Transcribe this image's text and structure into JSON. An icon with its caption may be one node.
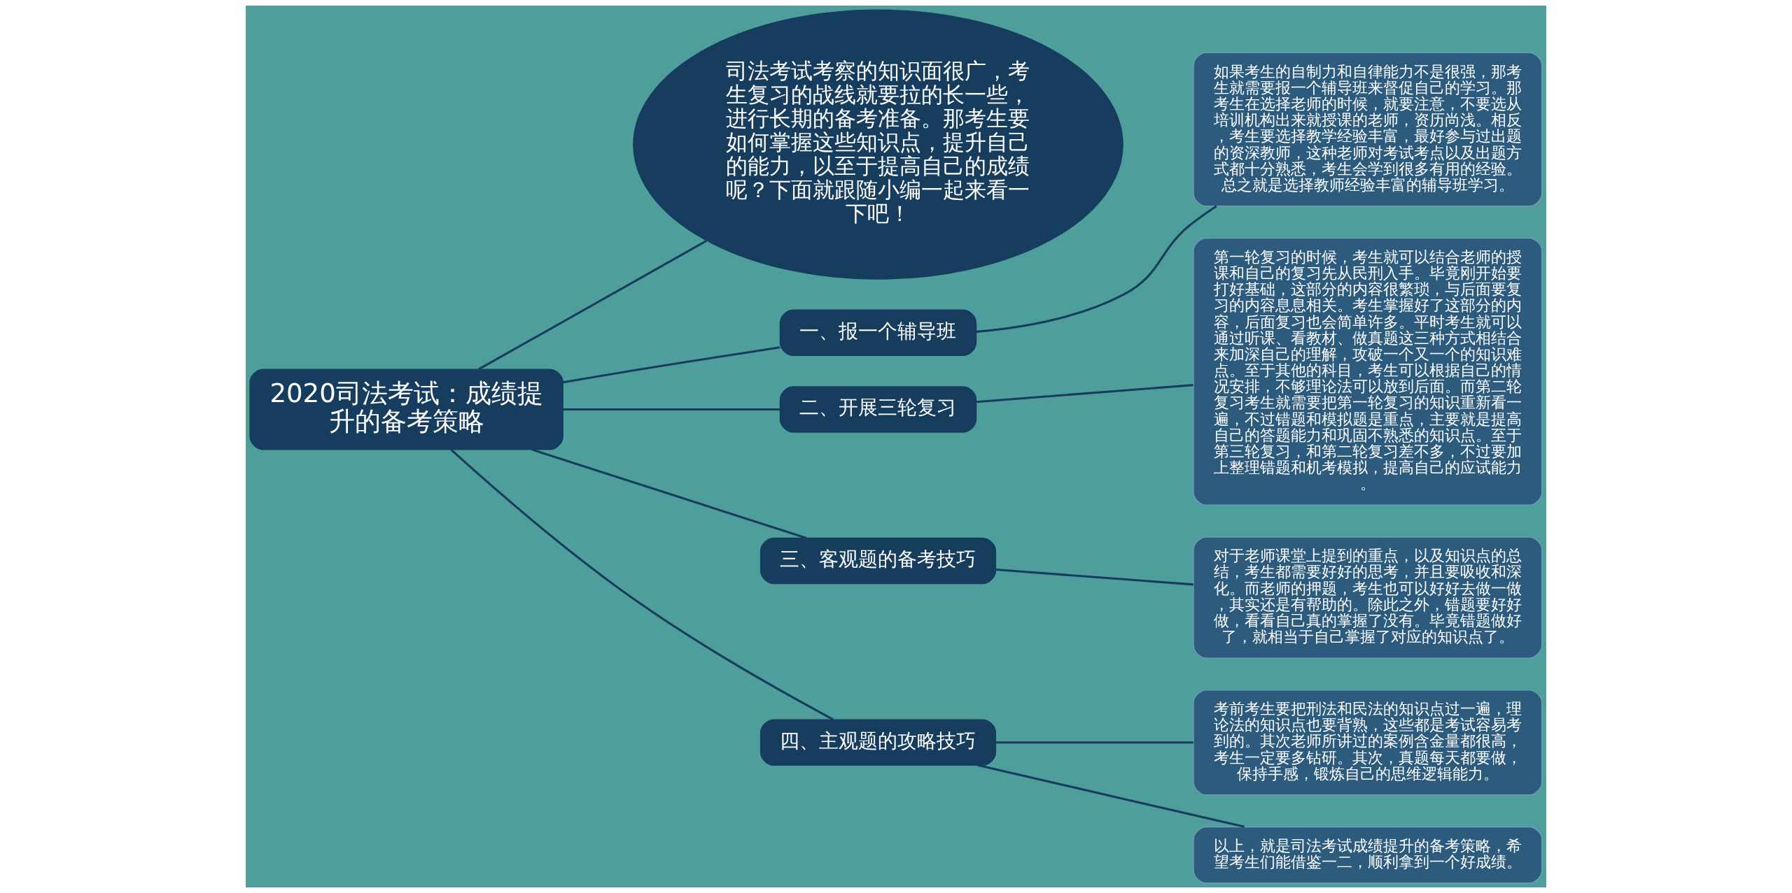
{
  "diagram": {
    "nodes": [
      {
        "text": [
          "2020司法考试：成绩提升的备考策略"
        ]
      },
      {
        "text": [
          "司法考试考察的知识面很广，考生复习的战线就要拉的长一些，进行长期的备考准备。那考生要如何掌握这些知识点，提升自己的能力，以至于提高自己的成绩呢？下面就跟随小编一起来看一下吧！"
        ]
      },
      {
        "text": [
          "一、报一个辅导班"
        ]
      },
      {
        "text": [
          "如果考生的自制力和自律能力不是很强，那考生就需要报一个辅导班来督促自己的学习。那考生在选择老师的时候，就要注意，不要选从培训机构出来就授课的老师，资历尚浅。相反，考生要选择教学经验丰富，最好参与过出题的资深教师，这种老师对考试考点以及出题方式都十分熟悉，考生会学到很多有用的经验。总之就是选择教师经验丰富的辅导班学习。"
        ]
      },
      {
        "text": [
          "二、开展三轮复习"
        ]
      },
      {
        "text": [
          "第一轮复习的时候，考生就可以结合老师的授课和自己的复习先从民刑入手。毕竟刚开始要打好基础，这部分的内容很繁琐，与后面要复习的内容息息相关。考生掌握好了这部分的内容，后面复习也会简单许多。平时考生就可以通过听课、看教材、做真题这三种方式相结合来加深自己的理解，攻破一个又一个的知识难点。至于其他的科目，考生可以根据自己的情况安排，不够理论法可以放到后面。而第二轮复习考生就需要把第一轮复习的知识重新看一遍，不过错题和模拟题是重点，主要就是提高自己的答题能力和巩固不熟悉的知识点。至于第三轮复习，和第二轮复习差不多，不过要加上整理错题和机考模拟，提高自己的应试能力。"
        ]
      },
      {
        "text": [
          "三、客观题的备考技巧"
        ]
      },
      {
        "text": [
          "对于老师课堂上提到的重点，以及知识点的总结，考生都需要好好的思考，并且要吸收和深化。而老师的押题，考生也可以好好去做一做，其实还是有帮助的。除此之外，错题要好好做，看看自己真的掌握了没有。毕竟错题做好了，就相当于自己掌握了对应的知识点了。"
        ]
      },
      {
        "text": [
          "四、主观题的攻略技巧"
        ]
      },
      {
        "text": [
          "考前考生要把刑法和民法的知识点过一遍，理论法的知识点也要背熟，这些都是考试容易考到的。其次老师所讲过的案例含金量都很高，考生一定要多钻研。其次，真题每天都要做，保持手感，锻炼自己的思维逻辑能力。"
        ]
      },
      {
        "text": [
          "以上，就是司法考试成绩提升的备考策略，希望考生们能借鉴一二，顺利拿到一个好成绩。"
        ]
      }
    ],
    "edges": [
      {
        "from": 0,
        "to": 1,
        "arrow": "none"
      },
      {
        "from": 0,
        "to": 2,
        "arrow": "none"
      },
      {
        "from": 2,
        "to": 3,
        "arrow": "none"
      },
      {
        "from": 0,
        "to": 4,
        "arrow": "none"
      },
      {
        "from": 4,
        "to": 5,
        "arrow": "none"
      },
      {
        "from": 0,
        "to": 6,
        "arrow": "none"
      },
      {
        "from": 6,
        "to": 7,
        "arrow": "none"
      },
      {
        "from": 0,
        "to": 8,
        "arrow": "none"
      },
      {
        "from": 8,
        "to": 9,
        "arrow": "none"
      },
      {
        "from": 8,
        "to": 10,
        "arrow": "none"
      }
    ]
  }
}
